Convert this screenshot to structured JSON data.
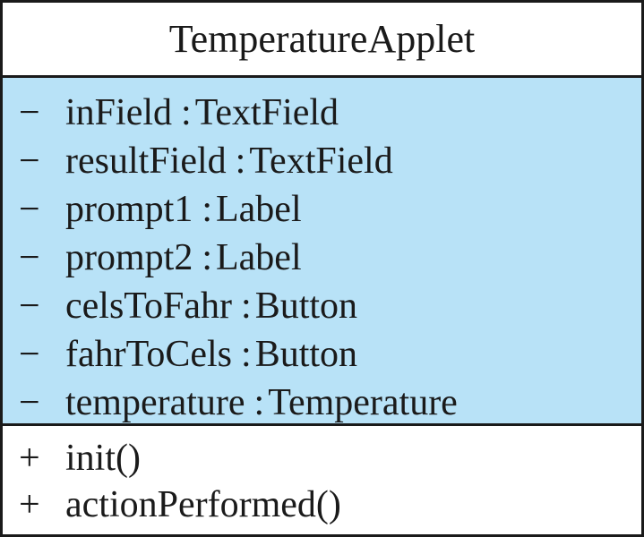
{
  "class": {
    "name": "TemperatureApplet",
    "attributes": [
      {
        "visibility": "−",
        "name": "inField",
        "type": "TextField"
      },
      {
        "visibility": "−",
        "name": "resultField",
        "type": "TextField"
      },
      {
        "visibility": "−",
        "name": "prompt1",
        "type": "Label"
      },
      {
        "visibility": "−",
        "name": "prompt2",
        "type": "Label"
      },
      {
        "visibility": "−",
        "name": "celsToFahr",
        "type": "Button"
      },
      {
        "visibility": "−",
        "name": "fahrToCels",
        "type": "Button"
      },
      {
        "visibility": "−",
        "name": "temperature",
        "type": "Temperature"
      }
    ],
    "operations": [
      {
        "visibility": "+",
        "name": "init()"
      },
      {
        "visibility": "+",
        "name": "actionPerformed()"
      }
    ]
  },
  "colors": {
    "attributes_background": "#b8e2f7",
    "border": "#1a1a1a"
  }
}
